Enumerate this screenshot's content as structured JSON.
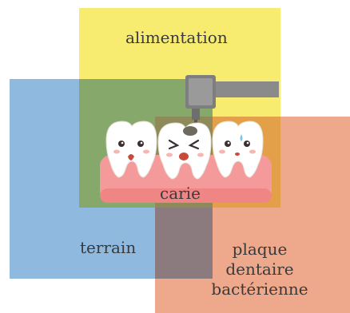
{
  "diagram": {
    "labels": {
      "top": "alimentation",
      "left": "terrain",
      "right": [
        "plaque",
        "dentaire",
        "bactérienne"
      ],
      "center": "carie"
    },
    "colors": {
      "alimentation": "#f7ec70",
      "terrain": "#8fb9de",
      "plaque": "#eea88c",
      "overlap_top_left": "#86a86a",
      "overlap_top_right": "#e4a048",
      "overlap_left_right": "#8b7b7e",
      "gum": "#f08f8f",
      "tooth": "#ffffff",
      "drill": "#8a8a8a"
    },
    "icons": [
      "tooth-icon",
      "tooth-hurt-icon",
      "dental-drill-icon"
    ]
  }
}
